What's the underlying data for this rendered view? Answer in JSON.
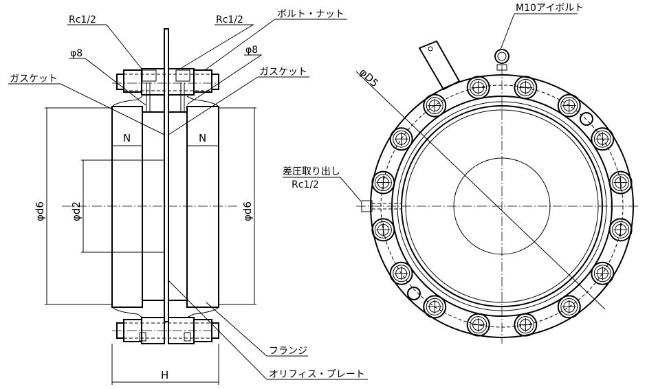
{
  "labels": {
    "rc_left": "Rc1/2",
    "rc_right": "Rc1/2",
    "bolt_nut": "ボルト・ナット",
    "phi8_left": "φ8",
    "phi8_right": "φ8",
    "gasket_left": "ガスケット",
    "gasket_right": "ガスケット",
    "flange": "フランジ",
    "orifice_plate": "オリフィス・プレート",
    "eye_bolt": "M10アイボルト",
    "diff_pressure": "差圧取り出し",
    "diff_pressure_rc": "Rc1/2"
  },
  "dimensions": {
    "n_left": "N",
    "n_right": "N",
    "d6_left": "φd6",
    "d6_right": "φd6",
    "d2": "φd2",
    "h": "H",
    "d5": "φD5"
  },
  "bolt_count": 16
}
